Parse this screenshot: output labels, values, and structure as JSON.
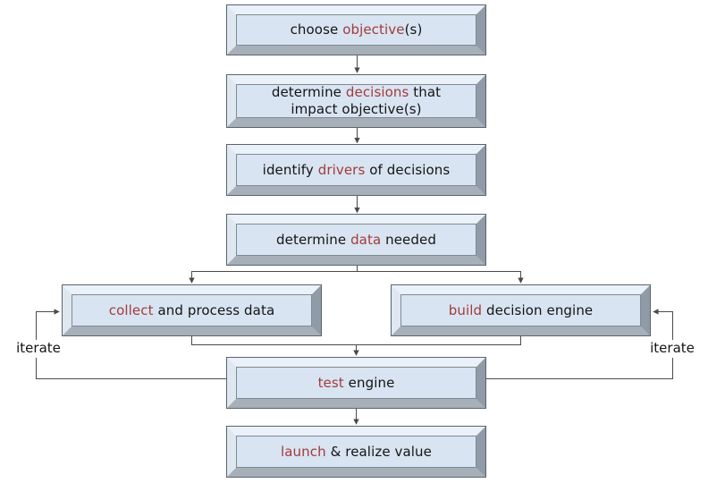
{
  "diagram": {
    "type": "flowchart",
    "description": "decision engine development process"
  },
  "nodes": [
    {
      "id": "choose-objective",
      "pre": "choose ",
      "highlight": "objective",
      "post": "(s)",
      "line2": ""
    },
    {
      "id": "determine-decisions",
      "pre": "determine ",
      "highlight": "decisions",
      "post": " that",
      "line2": "impact objective(s)"
    },
    {
      "id": "identify-drivers",
      "pre": "identify ",
      "highlight": "drivers",
      "post": " of decisions",
      "line2": ""
    },
    {
      "id": "determine-data",
      "pre": "determine ",
      "highlight": "data",
      "post": " needed",
      "line2": ""
    },
    {
      "id": "collect-process-data",
      "pre": "",
      "highlight": "collect",
      "post": " and process data",
      "line2": ""
    },
    {
      "id": "build-decision-engine",
      "pre": "",
      "highlight": "build",
      "post": " decision engine",
      "line2": ""
    },
    {
      "id": "test-engine",
      "pre": "",
      "highlight": "test",
      "post": " engine",
      "line2": ""
    },
    {
      "id": "launch-realize-value",
      "pre": "",
      "highlight": "launch",
      "post": " & realize value",
      "line2": ""
    }
  ],
  "labels": {
    "iterate_left": "iterate",
    "iterate_right": "iterate"
  },
  "colors": {
    "background": "#ffffff",
    "box_fill": "#d8e4f1",
    "bevel_top": "#ebf1f8",
    "bevel_left": "#dfe7f0",
    "bevel_right": "#8f9ba7",
    "bevel_bottom": "#a7b0b9",
    "frame_line": "#5a646e",
    "inner_line": "#7f8a95",
    "text": "#141414",
    "highlight_text": "#a33b3b",
    "connector": "#4a4a4a"
  }
}
